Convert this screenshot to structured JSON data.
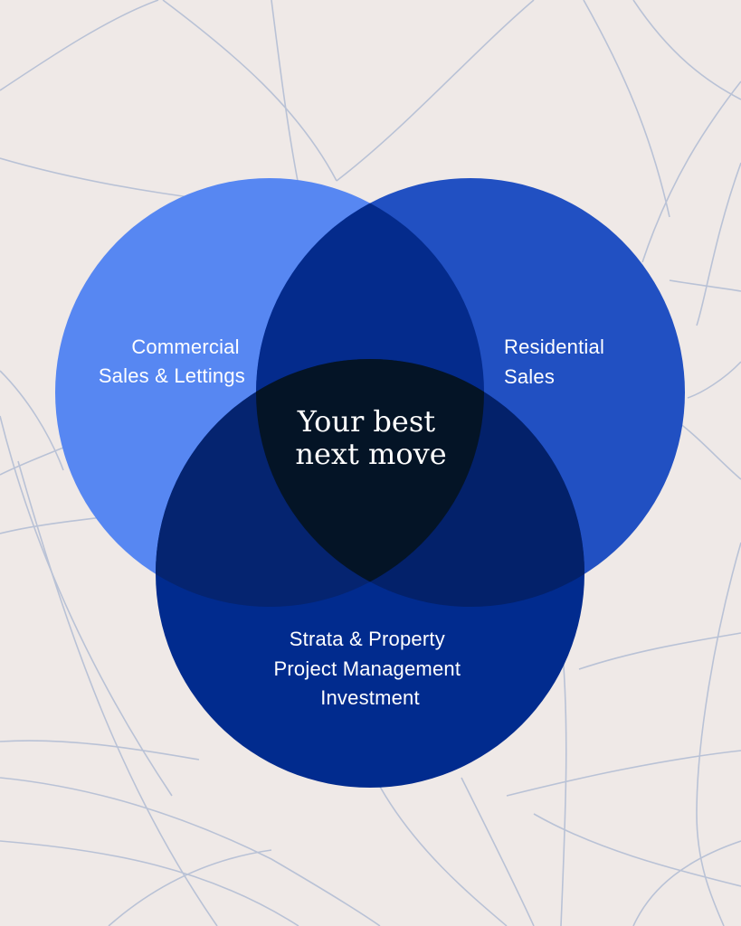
{
  "diagram": {
    "center": {
      "line1": "Your best",
      "line2": "next move"
    },
    "left_circle": {
      "line1": "Commercial",
      "line2": "Sales & Lettings"
    },
    "right_circle": {
      "line1": "Residential",
      "line2": "Sales"
    },
    "bottom_circle": {
      "line1": "Strata & Property",
      "line2": "Project Management",
      "line3": "Investment"
    }
  },
  "colors": {
    "background": "#efe9e7",
    "background_lines": "#b9c2d6",
    "left_circle": "#5787f2",
    "right_circle": "#2150c2",
    "bottom_circle": "#012b8e",
    "overlap_left_right": "#042b8c",
    "overlap_left_bottom": "#052470",
    "overlap_right_bottom": "#03216a",
    "overlap_center": "#041426"
  }
}
